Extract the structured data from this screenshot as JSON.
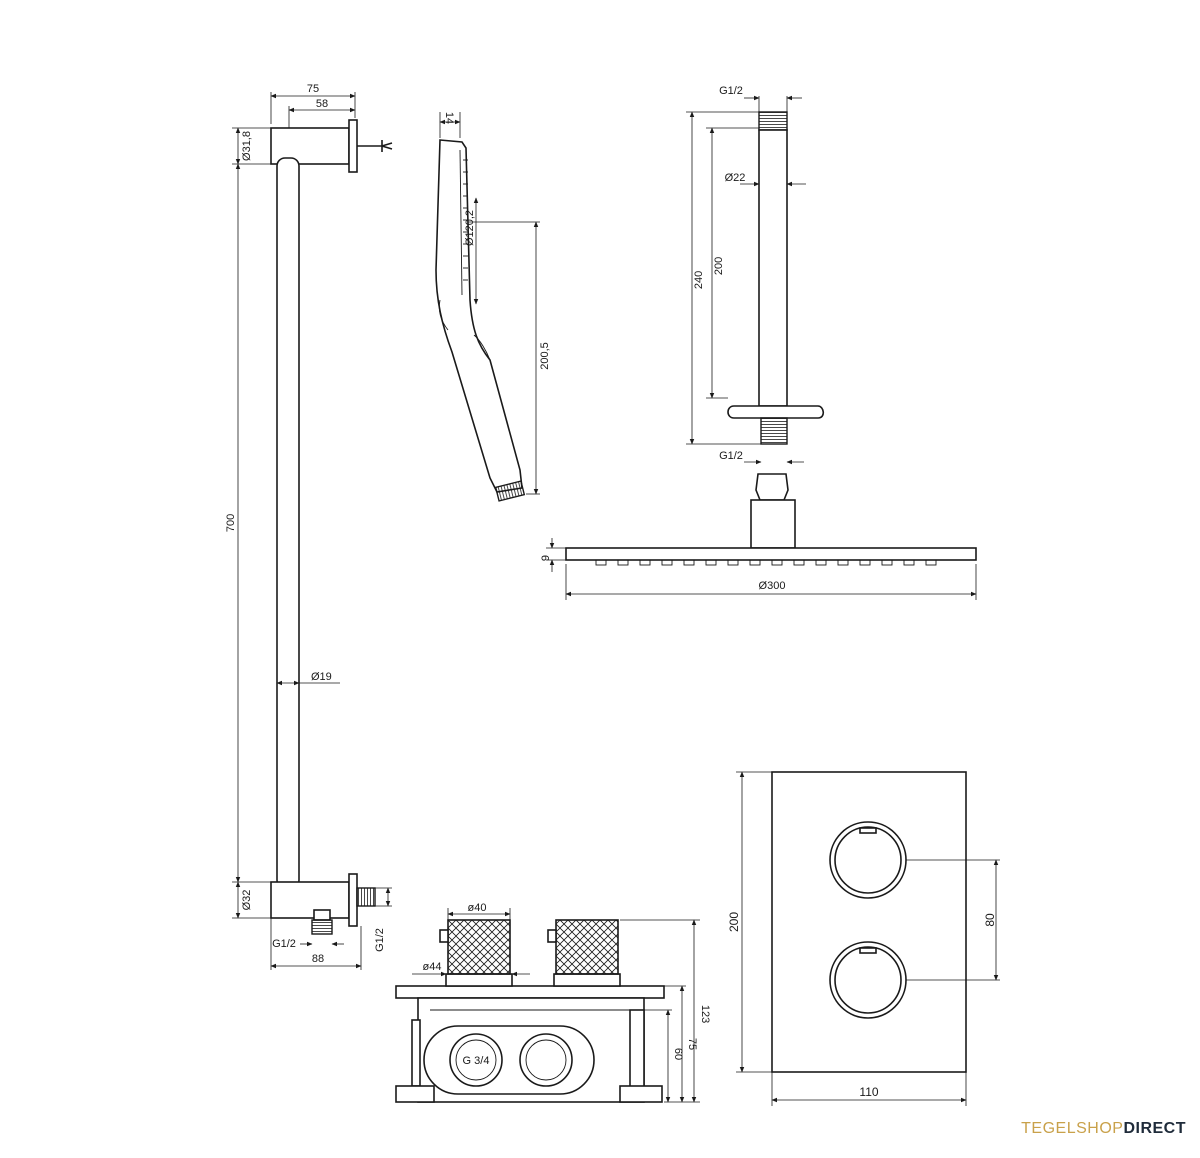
{
  "dimensions": {
    "rail_top_width": "75",
    "rail_arm_width": "58",
    "rail_top_dia": "Ø31,8",
    "rail_length": "700",
    "rail_tube_dia": "Ø19",
    "rail_bottom_dia": "Ø32",
    "rail_outlet_thread": "G1/2",
    "rail_side_thread": "G1/2",
    "rail_bottom_width": "88",
    "handshower_depth": "14",
    "handshower_head_dia": "Ø120,2",
    "handshower_length": "200,5",
    "arm_top_thread": "G1/2",
    "arm_dia": "Ø22",
    "arm_inner_length": "200",
    "arm_total_length": "240",
    "arm_bottom_thread": "G1/2",
    "head_thickness": "9",
    "head_dia": "Ø300",
    "knob_dia": "ø40",
    "knob_base_dia": "ø44",
    "inlet_thread": "G 3/4",
    "box_depth_total": "123",
    "box_depth_mid": "75",
    "box_depth_inner": "60",
    "plate_height": "200",
    "knob_spacing": "80",
    "plate_width": "110"
  },
  "logo": {
    "part1": "TEGELSHOP",
    "part2": "DIRECT"
  }
}
